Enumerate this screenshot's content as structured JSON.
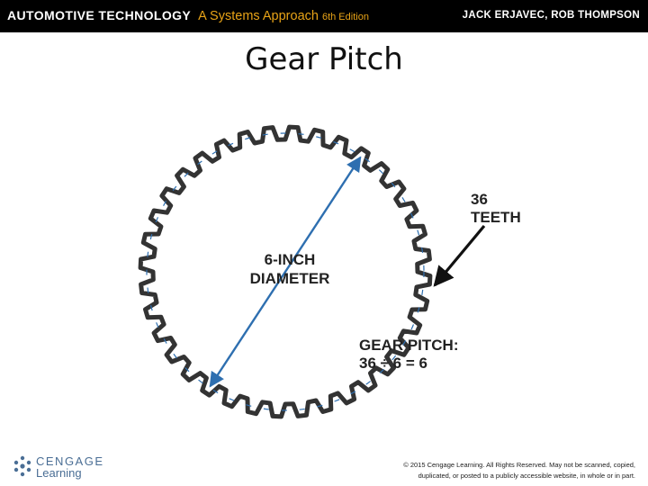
{
  "header": {
    "book_title": "AUTOMOTIVE TECHNOLOGY",
    "subtitle": "A Systems Approach",
    "edition": "6th Edition",
    "authors": "JACK ERJAVEC, ROB THOMPSON"
  },
  "slide": {
    "title": "Gear Pitch"
  },
  "diagram": {
    "tooth_count": 36,
    "diameter_label_line1": "6-INCH",
    "diameter_label_line2": "DIAMETER",
    "teeth_label_line1": "36",
    "teeth_label_line2": "TEETH",
    "pitch_label_line1": "GEAR PITCH:",
    "pitch_label_line2": "36 ÷ 6 = 6",
    "arrow_color": "#2e6fb0",
    "gear_stroke_color": "#333333"
  },
  "footer": {
    "logo_line1": "CENGAGE",
    "logo_line2": "Learning",
    "copyright_line1": "© 2015 Cengage Learning. All Rights Reserved. May not be scanned, copied,",
    "copyright_line2": "duplicated, or posted to a publicly accessible website, in whole or in part."
  }
}
